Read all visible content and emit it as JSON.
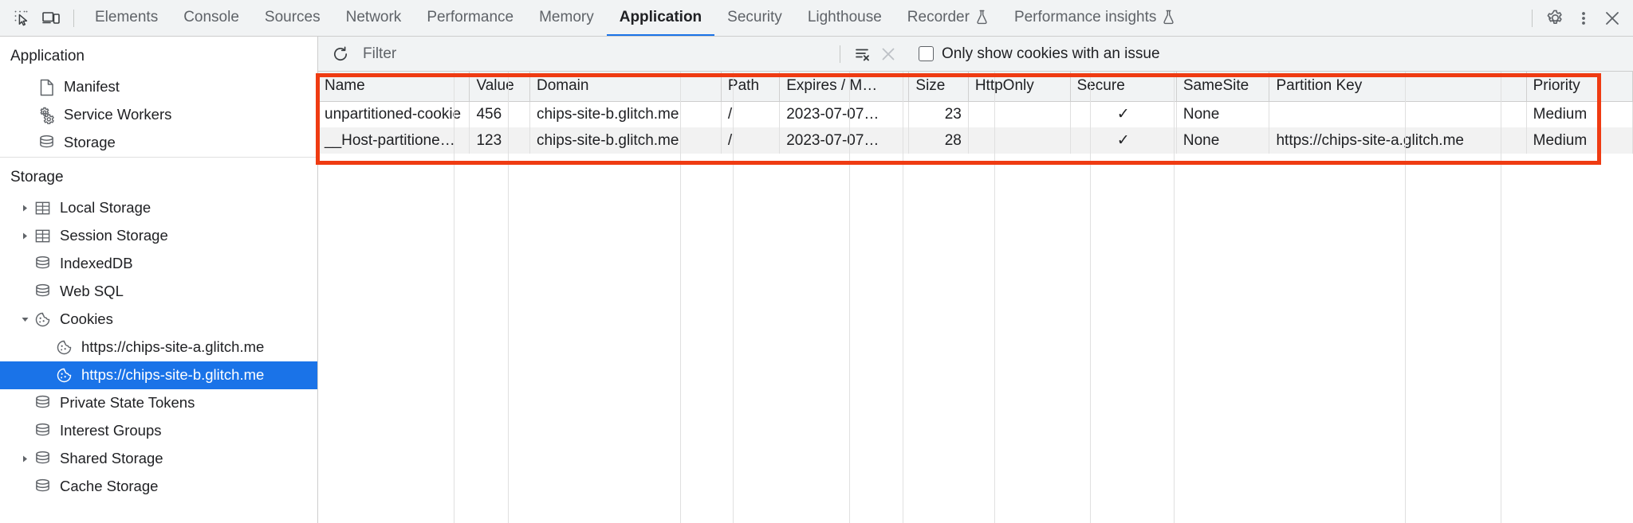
{
  "toolbar": {
    "inspect_icon": "inspect-element-icon",
    "device_icon": "device-toolbar-icon",
    "tabs": [
      {
        "label": "Elements",
        "active": false,
        "experiment": false
      },
      {
        "label": "Console",
        "active": false,
        "experiment": false
      },
      {
        "label": "Sources",
        "active": false,
        "experiment": false
      },
      {
        "label": "Network",
        "active": false,
        "experiment": false
      },
      {
        "label": "Performance",
        "active": false,
        "experiment": false
      },
      {
        "label": "Memory",
        "active": false,
        "experiment": false
      },
      {
        "label": "Application",
        "active": true,
        "experiment": false
      },
      {
        "label": "Security",
        "active": false,
        "experiment": false
      },
      {
        "label": "Lighthouse",
        "active": false,
        "experiment": false
      },
      {
        "label": "Recorder",
        "active": false,
        "experiment": true
      },
      {
        "label": "Performance insights",
        "active": false,
        "experiment": true
      }
    ],
    "settings_icon": "gear-icon",
    "more_icon": "more-options-icon",
    "close_icon": "close-icon"
  },
  "sidebar": {
    "application": {
      "title": "Application",
      "items": [
        {
          "label": "Manifest",
          "icon": "document-icon",
          "twisty": "none",
          "selected": false
        },
        {
          "label": "Service Workers",
          "icon": "gears-icon",
          "twisty": "none",
          "selected": false
        },
        {
          "label": "Storage",
          "icon": "database-icon",
          "twisty": "none",
          "selected": false
        }
      ]
    },
    "storage": {
      "title": "Storage",
      "items": [
        {
          "label": "Local Storage",
          "icon": "table-icon",
          "twisty": "collapsed",
          "indent": 1,
          "selected": false
        },
        {
          "label": "Session Storage",
          "icon": "table-icon",
          "twisty": "collapsed",
          "indent": 1,
          "selected": false
        },
        {
          "label": "IndexedDB",
          "icon": "database-icon",
          "twisty": "none",
          "indent": 1,
          "selected": false
        },
        {
          "label": "Web SQL",
          "icon": "database-icon",
          "twisty": "none",
          "indent": 1,
          "selected": false
        },
        {
          "label": "Cookies",
          "icon": "cookie-icon",
          "twisty": "expanded",
          "indent": 1,
          "selected": false
        },
        {
          "label": "https://chips-site-a.glitch.me",
          "icon": "cookie-icon",
          "twisty": "none",
          "indent": 2,
          "selected": false
        },
        {
          "label": "https://chips-site-b.glitch.me",
          "icon": "cookie-icon",
          "twisty": "none",
          "indent": 2,
          "selected": true
        },
        {
          "label": "Private State Tokens",
          "icon": "database-icon",
          "twisty": "none",
          "indent": 1,
          "selected": false
        },
        {
          "label": "Interest Groups",
          "icon": "database-icon",
          "twisty": "none",
          "indent": 1,
          "selected": false
        },
        {
          "label": "Shared Storage",
          "icon": "database-icon",
          "twisty": "collapsed",
          "indent": 1,
          "selected": false
        },
        {
          "label": "Cache Storage",
          "icon": "database-icon",
          "twisty": "none",
          "indent": 1,
          "selected": false
        }
      ]
    }
  },
  "filterbar": {
    "refresh_icon": "refresh-icon",
    "filter_placeholder": "Filter",
    "filter_value": "",
    "clear_all_icon": "clear-all-cookies-icon",
    "delete_icon": "delete-selected-cookie-icon",
    "issue_checkbox_label": "Only show cookies with an issue",
    "issue_checkbox_checked": false
  },
  "table": {
    "columns": [
      {
        "key": "name",
        "label": "Name",
        "align": "left"
      },
      {
        "key": "value",
        "label": "Value",
        "align": "left"
      },
      {
        "key": "domain",
        "label": "Domain",
        "align": "left"
      },
      {
        "key": "path",
        "label": "Path",
        "align": "left"
      },
      {
        "key": "expires",
        "label": "Expires / M…",
        "align": "left"
      },
      {
        "key": "size",
        "label": "Size",
        "align": "right"
      },
      {
        "key": "httponly",
        "label": "HttpOnly",
        "align": "center"
      },
      {
        "key": "secure",
        "label": "Secure",
        "align": "center"
      },
      {
        "key": "samesite",
        "label": "SameSite",
        "align": "left"
      },
      {
        "key": "partitionkey",
        "label": "Partition Key",
        "align": "left"
      },
      {
        "key": "priority",
        "label": "Priority",
        "align": "left"
      }
    ],
    "rows": [
      {
        "name": "unpartitioned-cookie",
        "value": "456",
        "domain": "chips-site-b.glitch.me",
        "path": "/",
        "expires": "2023-07-07…",
        "size": "23",
        "httponly": "",
        "secure": "✓",
        "samesite": "None",
        "partitionkey": "",
        "priority": "Medium"
      },
      {
        "name": "__Host-partitioned-cookie",
        "value": "123",
        "domain": "chips-site-b.glitch.me",
        "path": "/",
        "expires": "2023-07-07…",
        "size": "28",
        "httponly": "",
        "secure": "✓",
        "samesite": "None",
        "partitionkey": "https://chips-site-a.glitch.me",
        "priority": "Medium"
      }
    ]
  },
  "annotation": {
    "color": "#ef3b12",
    "name": "cookie-table-highlight"
  },
  "colors": {
    "accent": "#1a73e8",
    "toolbar_bg": "#f1f3f4",
    "text": "#202124",
    "muted_text": "#5f6368",
    "annotation": "#ef3b12"
  }
}
